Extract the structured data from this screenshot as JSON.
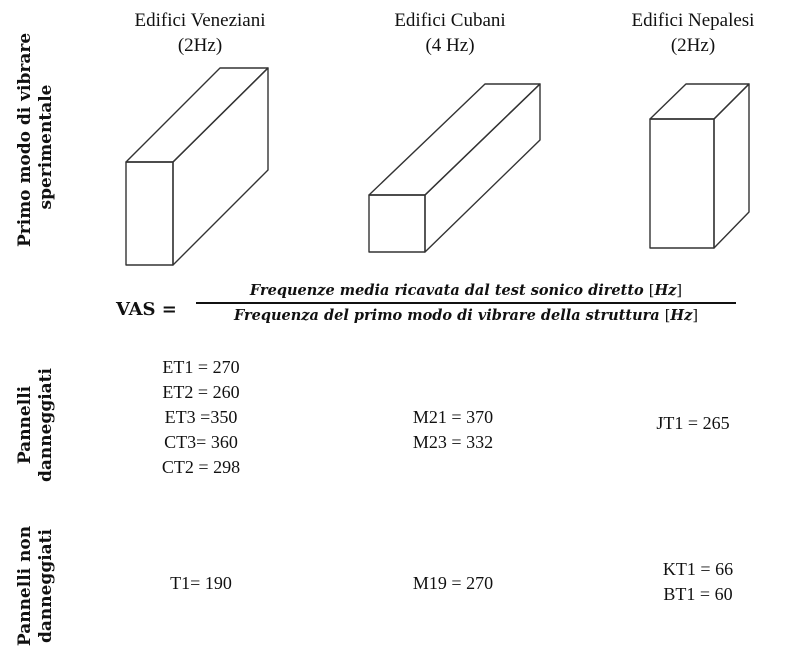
{
  "columns": [
    {
      "name": "Edifici Veneziani",
      "freq": "(2Hz)"
    },
    {
      "name": "Edifici Cubani",
      "freq": "(4 Hz)"
    },
    {
      "name": "Edifici Nepalesi",
      "freq": "(2Hz)"
    }
  ],
  "rows": {
    "mode": {
      "line1": "Primo modo di vibrare",
      "line2": "sperimentale"
    },
    "damaged": {
      "line1": "Pannelli",
      "line2": "danneggiati"
    },
    "undamaged": {
      "line1": "Pannelli non",
      "line2": "danneggiati"
    }
  },
  "formula": {
    "label": "VAS =",
    "numerator": "Frequenze media ricavata dal test sonico diretto",
    "denominator": "Frequenza del primo modo di vibrare della struttura",
    "unit_open": "[",
    "unit": "Hz",
    "unit_close": "]"
  },
  "damaged_values": {
    "veneziani": [
      "ET1 = 270",
      "ET2 = 260",
      "ET3 =350",
      "CT3= 360",
      "CT2 = 298"
    ],
    "cubani": [
      "M21 = 370",
      "M23 = 332"
    ],
    "nepalesi": [
      "JT1 = 265"
    ]
  },
  "undamaged_values": {
    "veneziani": [
      "T1= 190"
    ],
    "cubani": [
      "M19 = 270"
    ],
    "nepalesi": [
      "KT1 = 66",
      "BT1 = 60"
    ]
  }
}
